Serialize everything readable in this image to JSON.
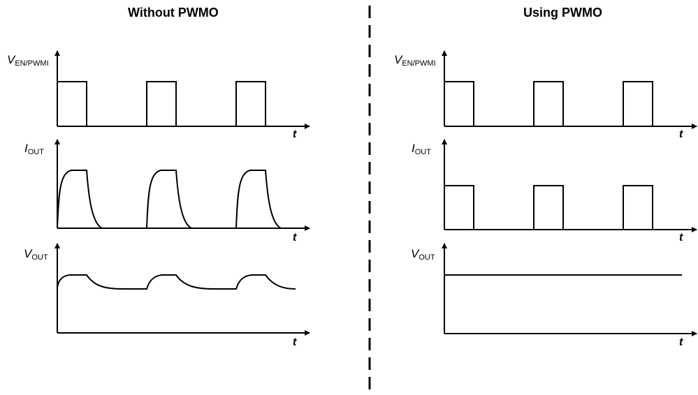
{
  "panels": {
    "left": {
      "title": "Without PWMO"
    },
    "right": {
      "title": "Using PWMO"
    }
  },
  "signals": {
    "ven": {
      "symbol": "V",
      "subscript": "EN/PWMI"
    },
    "iout": {
      "symbol": "I",
      "subscript": "OUT"
    },
    "vout": {
      "symbol": "V",
      "subscript": "OUT"
    }
  },
  "time_axis_label": "t",
  "colors": {
    "stroke": "#000000",
    "divider": "#000000"
  }
}
